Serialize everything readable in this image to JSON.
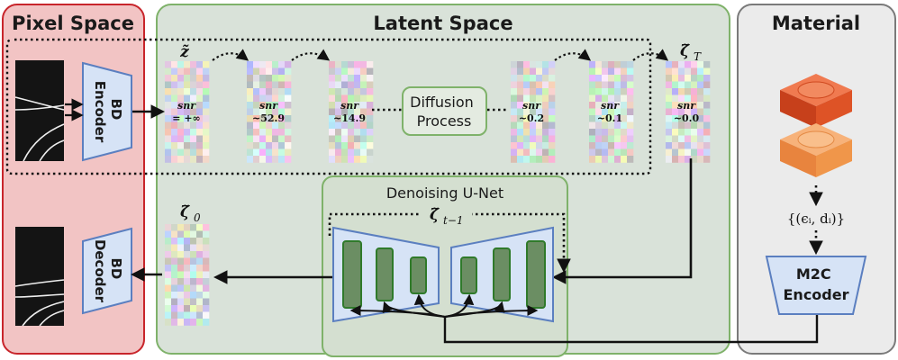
{
  "panels": {
    "pixel_space": "Pixel Space",
    "latent_space": "Latent Space",
    "material": "Material"
  },
  "blocks": {
    "bd_encoder": [
      "BD",
      "Encoder"
    ],
    "bd_decoder": [
      "BD",
      "Decoder"
    ],
    "diffusion_process": [
      "Diffusion",
      "Process"
    ],
    "denoising_unet": "Denoising U-Net",
    "m2c_encoder": [
      "M2C",
      "Encoder"
    ]
  },
  "latents": {
    "z_label": "z̃",
    "zeta_T_label": "ζ̃",
    "zeta_T_sub": "T",
    "zeta_prev_label": "ζ̃",
    "zeta_prev_sub": "t−1",
    "zeta_0_label": "ζ̃",
    "zeta_0_sub": "0"
  },
  "snr": {
    "word": "snr",
    "values": [
      "= +∞",
      "~52.9",
      "~14.9",
      "~0.2",
      "~0.1",
      "~0.0"
    ]
  },
  "material_condition": "{(ϵᵢ, dᵢ)}",
  "colors": {
    "pixel_bg": "#f2c4c4",
    "pixel_border": "#c8252b",
    "latent_bg": "#d9e2d9",
    "latent_border": "#7fb26a",
    "material_bg": "#ebebeb",
    "material_border": "#7a7a7a",
    "block_fill": "#d6e3f6",
    "block_border": "#5b7fc0",
    "unet_bar": "#6b8e63",
    "cube_top": "#e2582e",
    "cube_bottom": "#f0964a"
  }
}
